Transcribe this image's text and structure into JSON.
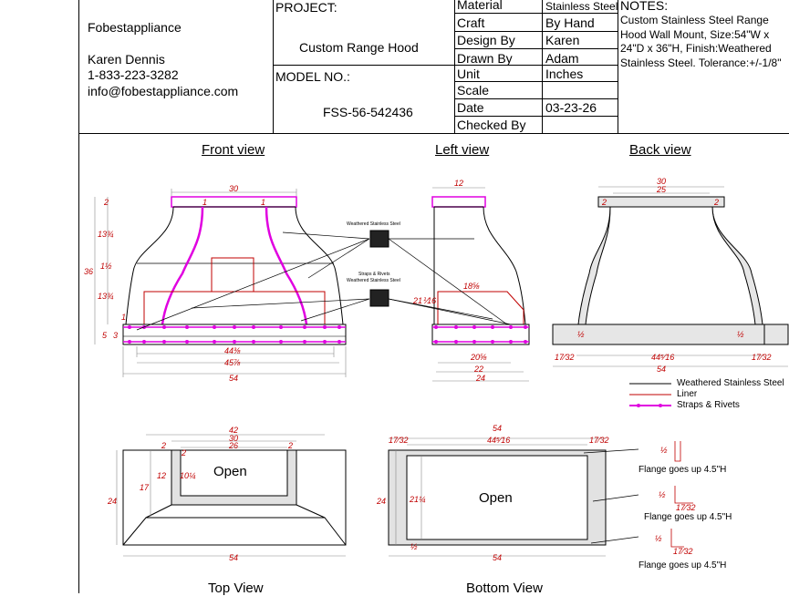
{
  "company": {
    "name": "Fobestappliance",
    "contact": "Karen Dennis",
    "phone": "1-833-223-3282",
    "email": "info@fobestappliance.com"
  },
  "project": {
    "label": "PROJECT:",
    "value": "Custom Range Hood",
    "model_label": "MODEL NO.:",
    "model_value": "FSS-56-542436"
  },
  "specs": [
    {
      "label": "Material",
      "value": "Stainless Steel"
    },
    {
      "label": "Craft",
      "value": "By Hand"
    },
    {
      "label": "Design By",
      "value": "Karen"
    },
    {
      "label": "Drawn By",
      "value": "Adam"
    },
    {
      "label": "Unit",
      "value": "Inches"
    },
    {
      "label": "Scale",
      "value": ""
    },
    {
      "label": "Date",
      "value": "03-23-26"
    },
    {
      "label": "Checked By",
      "value": ""
    }
  ],
  "notes": {
    "label": "NOTES:",
    "lines": [
      "Custom Stainless Steel  Range",
      "Hood Wall Mount, Size:54\"W x",
      "24\"D x 36\"H, Finish:Weathered",
      "Stainless Steel. Tolerance:+/-1/8\""
    ]
  },
  "views": {
    "front": "Front view",
    "left": "Left view",
    "back": "Back view",
    "top": "Top View",
    "bottom": "Bottom View"
  },
  "callouts": {
    "material": "Weathered Stainless Steel",
    "straps_1": "Straps & Rivets",
    "straps_2": "Weathered Stainless Steel",
    "open_top": "Open",
    "open_bottom": "Open",
    "flange_1": "Flange goes up 4.5\"H",
    "flange_2": "Flange goes up 4.5\"H",
    "flange_3": "Flange goes up 4.5\"H"
  },
  "legend": {
    "items": [
      {
        "label": "Weathered Stainless Steel",
        "color": "#000000"
      },
      {
        "label": "Liner",
        "color": "#c00000"
      },
      {
        "label": "Straps & Rivets",
        "color": "#e000e0"
      }
    ]
  },
  "dims": {
    "front": {
      "top_width": "30",
      "collar_h": "2",
      "upper_h": "13¾",
      "mid_h": "1½",
      "lower_h": "13¾",
      "total_h": "36",
      "band_1": "5",
      "band_2": "3",
      "strap_top": "1",
      "strap_top2": "1",
      "inner_w": "44⅜",
      "mid_w": "45⅞",
      "bottom_w": "54",
      "tick": "1"
    },
    "left": {
      "top_d": "12",
      "side": "21⅟16",
      "liner": "18⅝",
      "inner": "20⅝",
      "mid": "22",
      "bottom": "24"
    },
    "back": {
      "top": "30",
      "top_inner": "25",
      "left_collar": "2",
      "right_collar": "2",
      "left_band": "½",
      "right_band": "½",
      "left_edge": "17⁄32",
      "right_edge": "17⁄32",
      "inner_w": "44⁵⁄16",
      "bottom_w": "54"
    },
    "top": {
      "outer": "42",
      "mid": "30",
      "inner": "26",
      "collar_l": "2",
      "collar_r": "2",
      "collar_tiny": "2",
      "depth_total": "24",
      "depth_mid": "17",
      "depth_open": "12",
      "depth_inner": "10¼",
      "bottom": "54"
    },
    "bottom": {
      "top_w": "54",
      "inner_w": "44⁵⁄16",
      "edge_l": "17⁄32",
      "edge_r": "17⁄32",
      "depth": "24",
      "inner_d": "21¼",
      "tiny": "½",
      "bottom_w": "54",
      "f1": "½",
      "f2": "½",
      "f3": "17⁄32",
      "f4": "½",
      "f5": "17⁄32"
    }
  }
}
